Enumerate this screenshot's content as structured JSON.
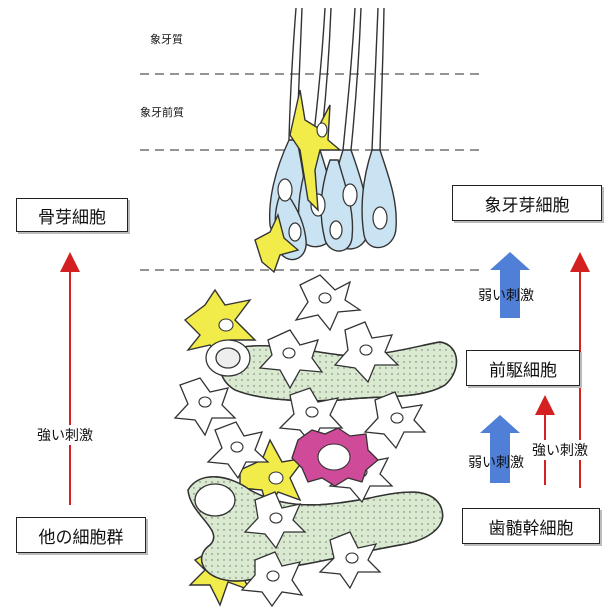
{
  "layers": {
    "dentin": "象牙質",
    "predentin": "象牙前質"
  },
  "boxes": {
    "osteoblast": "骨芽細胞",
    "other_cells": "他の細胞群",
    "odontoblast": "象牙芽細胞",
    "progenitor": "前駆細胞",
    "pulp_stem": "歯髄幹細胞"
  },
  "stimuli": {
    "strong_left": "強い刺激",
    "weak_top": "弱い刺激",
    "weak_bottom": "弱い刺激",
    "strong_right": "強い刺激"
  },
  "colors": {
    "odontoblast": "#c9e3f2",
    "yellow_cell": "#f2ec4a",
    "vessel": "#d9ead0",
    "magenta_cell": "#d04a9a",
    "red_arrow": "#d42020",
    "blue_arrow": "#4f7fd6"
  }
}
